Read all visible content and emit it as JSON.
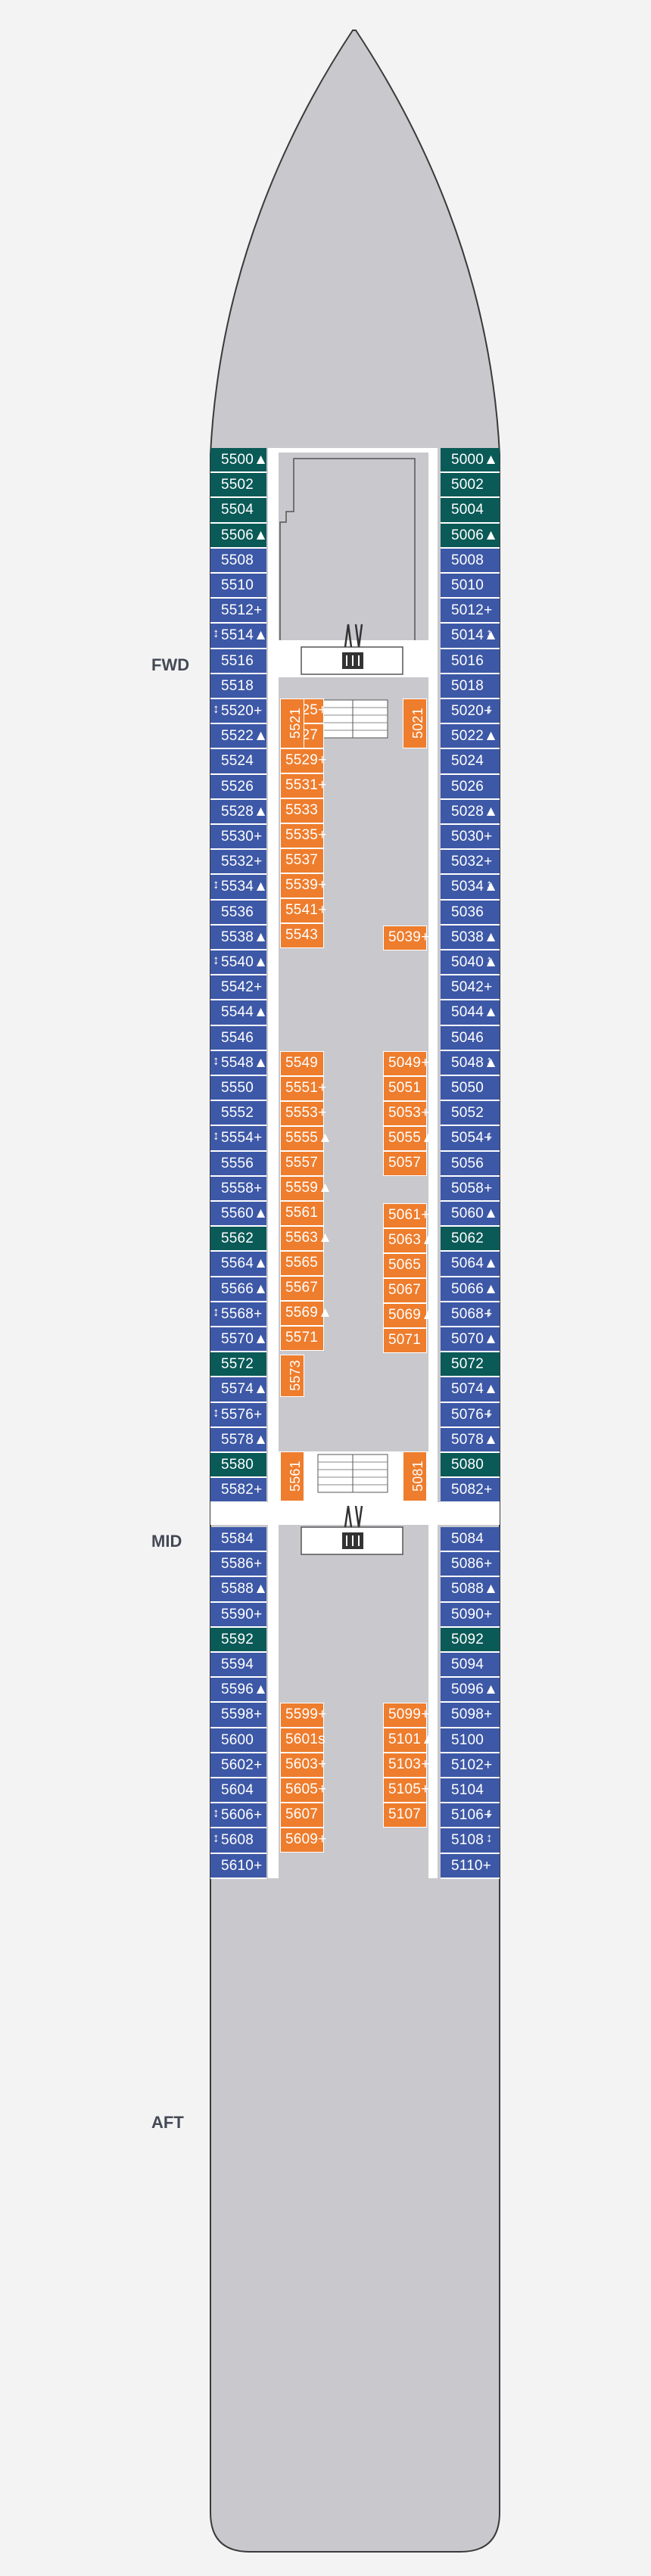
{
  "zones": {
    "fwd": "FWD",
    "mid": "MID",
    "aft": "AFT"
  },
  "colors": {
    "hull": "#c8c8cd",
    "blue": "#3d58a6",
    "teal": "#0a5a57",
    "orange": "#ee7d2d",
    "bg": "#f3f3f4"
  },
  "cabins": {
    "port_fwd": [
      {
        "n": "5500▲",
        "c": "teal"
      },
      {
        "n": "5502",
        "c": "teal"
      },
      {
        "n": "5504",
        "c": "teal"
      },
      {
        "n": "5506▲",
        "c": "teal"
      },
      {
        "n": "5508",
        "c": "blue"
      },
      {
        "n": "5510",
        "c": "blue"
      },
      {
        "n": "5512+",
        "c": "blue"
      },
      {
        "n": "5514▲",
        "c": "blue"
      },
      {
        "n": "5516",
        "c": "blue"
      },
      {
        "n": "5518",
        "c": "blue"
      },
      {
        "n": "5520+",
        "c": "blue"
      },
      {
        "n": "5522▲",
        "c": "blue"
      },
      {
        "n": "5524",
        "c": "blue"
      },
      {
        "n": "5526",
        "c": "blue"
      },
      {
        "n": "5528▲",
        "c": "blue"
      },
      {
        "n": "5530+",
        "c": "blue"
      },
      {
        "n": "5532+",
        "c": "blue"
      },
      {
        "n": "5534▲",
        "c": "blue"
      },
      {
        "n": "5536",
        "c": "blue"
      },
      {
        "n": "5538▲",
        "c": "blue"
      },
      {
        "n": "5540▲",
        "c": "blue"
      },
      {
        "n": "5542+",
        "c": "blue"
      },
      {
        "n": "5544▲",
        "c": "blue"
      },
      {
        "n": "5546",
        "c": "blue"
      },
      {
        "n": "5548▲",
        "c": "blue"
      },
      {
        "n": "5550",
        "c": "blue"
      },
      {
        "n": "5552",
        "c": "blue"
      },
      {
        "n": "5554+",
        "c": "blue"
      },
      {
        "n": "5556",
        "c": "blue"
      },
      {
        "n": "5558+",
        "c": "blue"
      },
      {
        "n": "5560▲",
        "c": "blue"
      },
      {
        "n": "5562",
        "c": "teal"
      },
      {
        "n": "5564▲",
        "c": "blue"
      },
      {
        "n": "5566▲",
        "c": "blue"
      },
      {
        "n": "5568+",
        "c": "blue"
      },
      {
        "n": "5570▲",
        "c": "blue"
      },
      {
        "n": "5572",
        "c": "teal"
      },
      {
        "n": "5574▲",
        "c": "blue"
      },
      {
        "n": "5576+",
        "c": "blue"
      },
      {
        "n": "5578▲",
        "c": "blue"
      },
      {
        "n": "5580",
        "c": "teal"
      },
      {
        "n": "5582+",
        "c": "blue"
      }
    ],
    "port_aft": [
      {
        "n": "5584",
        "c": "blue"
      },
      {
        "n": "5586+",
        "c": "blue"
      },
      {
        "n": "5588▲",
        "c": "blue"
      },
      {
        "n": "5590+",
        "c": "blue"
      },
      {
        "n": "5592",
        "c": "teal"
      },
      {
        "n": "5594",
        "c": "blue"
      },
      {
        "n": "5596▲",
        "c": "blue"
      },
      {
        "n": "5598+",
        "c": "blue"
      },
      {
        "n": "5600",
        "c": "blue"
      },
      {
        "n": "5602+",
        "c": "blue"
      },
      {
        "n": "5604",
        "c": "blue"
      },
      {
        "n": "5606+",
        "c": "blue"
      },
      {
        "n": "5608",
        "c": "blue"
      },
      {
        "n": "5610+",
        "c": "blue"
      }
    ],
    "stbd_fwd": [
      {
        "n": "5000▲",
        "c": "teal"
      },
      {
        "n": "5002",
        "c": "teal"
      },
      {
        "n": "5004",
        "c": "teal"
      },
      {
        "n": "5006▲",
        "c": "teal"
      },
      {
        "n": "5008",
        "c": "blue"
      },
      {
        "n": "5010",
        "c": "blue"
      },
      {
        "n": "5012+",
        "c": "blue"
      },
      {
        "n": "5014▲",
        "c": "blue"
      },
      {
        "n": "5016",
        "c": "blue"
      },
      {
        "n": "5018",
        "c": "blue"
      },
      {
        "n": "5020+",
        "c": "blue"
      },
      {
        "n": "5022▲",
        "c": "blue"
      },
      {
        "n": "5024",
        "c": "blue"
      },
      {
        "n": "5026",
        "c": "blue"
      },
      {
        "n": "5028▲",
        "c": "blue"
      },
      {
        "n": "5030+",
        "c": "blue"
      },
      {
        "n": "5032+",
        "c": "blue"
      },
      {
        "n": "5034▲",
        "c": "blue"
      },
      {
        "n": "5036",
        "c": "blue"
      },
      {
        "n": "5038▲",
        "c": "blue"
      },
      {
        "n": "5040▲",
        "c": "blue"
      },
      {
        "n": "5042+",
        "c": "blue"
      },
      {
        "n": "5044▲",
        "c": "blue"
      },
      {
        "n": "5046",
        "c": "blue"
      },
      {
        "n": "5048▲",
        "c": "blue"
      },
      {
        "n": "5050",
        "c": "blue"
      },
      {
        "n": "5052",
        "c": "blue"
      },
      {
        "n": "5054+",
        "c": "blue"
      },
      {
        "n": "5056",
        "c": "blue"
      },
      {
        "n": "5058+",
        "c": "blue"
      },
      {
        "n": "5060▲",
        "c": "blue"
      },
      {
        "n": "5062",
        "c": "teal"
      },
      {
        "n": "5064▲",
        "c": "blue"
      },
      {
        "n": "5066▲",
        "c": "blue"
      },
      {
        "n": "5068+",
        "c": "blue"
      },
      {
        "n": "5070▲",
        "c": "blue"
      },
      {
        "n": "5072",
        "c": "teal"
      },
      {
        "n": "5074▲",
        "c": "blue"
      },
      {
        "n": "5076+",
        "c": "blue"
      },
      {
        "n": "5078▲",
        "c": "blue"
      },
      {
        "n": "5080",
        "c": "teal"
      },
      {
        "n": "5082+",
        "c": "blue"
      }
    ],
    "stbd_aft": [
      {
        "n": "5084",
        "c": "blue"
      },
      {
        "n": "5086+",
        "c": "blue"
      },
      {
        "n": "5088▲",
        "c": "blue"
      },
      {
        "n": "5090+",
        "c": "blue"
      },
      {
        "n": "5092",
        "c": "teal"
      },
      {
        "n": "5094",
        "c": "blue"
      },
      {
        "n": "5096▲",
        "c": "blue"
      },
      {
        "n": "5098+",
        "c": "blue"
      },
      {
        "n": "5100",
        "c": "blue"
      },
      {
        "n": "5102+",
        "c": "blue"
      },
      {
        "n": "5104",
        "c": "blue"
      },
      {
        "n": "5106+",
        "c": "blue"
      },
      {
        "n": "5108",
        "c": "blue"
      },
      {
        "n": "5110+",
        "c": "blue"
      }
    ],
    "inner_port_vertical": [
      "5521",
      "5561",
      "5573"
    ],
    "inner_stbd_vertical": [
      "5021",
      "5081"
    ],
    "inner_port_a": [
      "5525+",
      "5527",
      "5529+",
      "5531+",
      "5533",
      "5535+",
      "5537",
      "5539+",
      "5541+",
      "5543"
    ],
    "inner_port_b": [
      "5549",
      "5551+",
      "5553+",
      "5555▲",
      "5557",
      "5559▲",
      "5561",
      "5563▲",
      "5565",
      "5567",
      "5569▲",
      "5571"
    ],
    "inner_port_c": [
      "5599+",
      "5601s",
      "5603+",
      "5605+",
      "5607",
      "5609+"
    ],
    "inner_stbd_single": "5039+",
    "inner_stbd_b": [
      "5049+",
      "5051",
      "5053+",
      "5055▲",
      "5057"
    ],
    "inner_stbd_b2": [
      "5061+",
      "5063▲",
      "5065",
      "5067",
      "5069▲",
      "5071"
    ],
    "inner_stbd_c": [
      "5099+",
      "5101▲",
      "5103+",
      "5105+",
      "5107"
    ]
  }
}
